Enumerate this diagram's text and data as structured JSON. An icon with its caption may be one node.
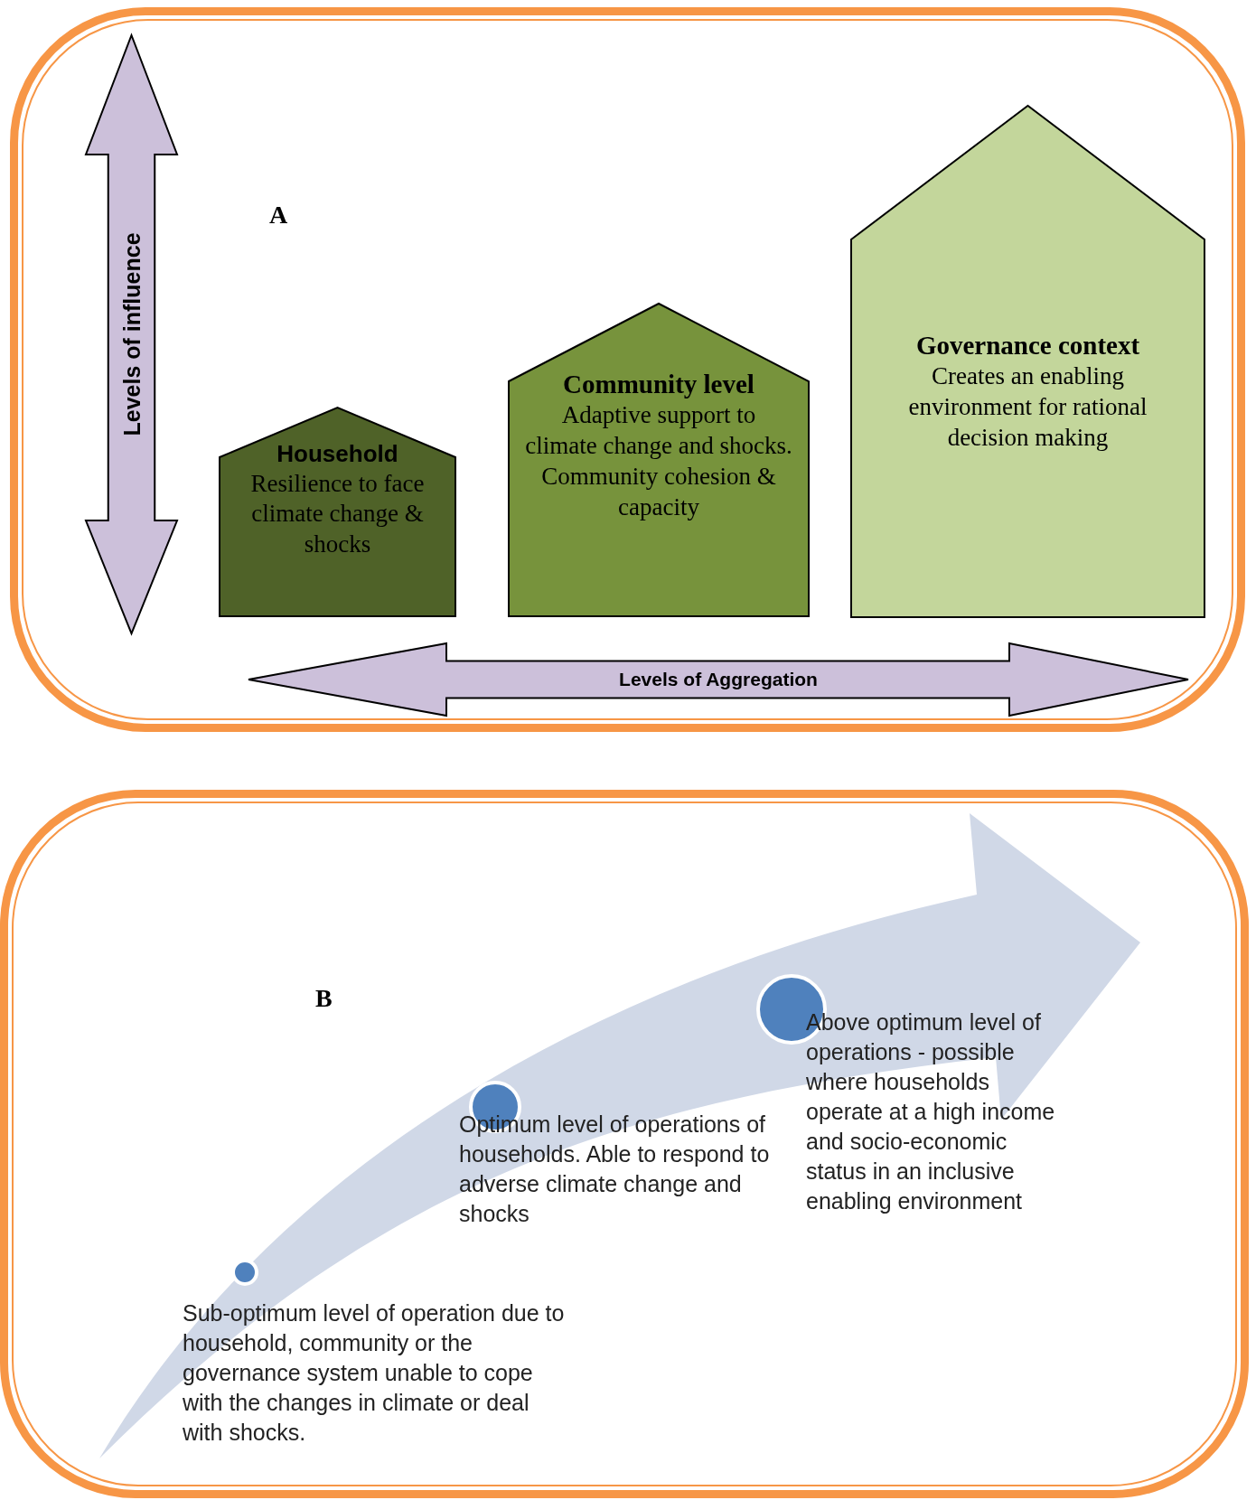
{
  "diagram": {
    "nodes": [
      {
        "text": [
          "A"
        ]
      },
      {
        "text": [
          "Levels of influence"
        ],
        "in": 0
      },
      {
        "text": [
          "Household",
          "Resilience to face climate change & shocks"
        ],
        "in": 0
      },
      {
        "text": [
          "Community level",
          "Adaptive support to climate change and shocks. Community cohesion & capacity"
        ],
        "in": 0
      },
      {
        "text": [
          "Governance context",
          "Creates an enabling environment for rational decision making"
        ],
        "in": 0
      },
      {
        "text": [
          "Levels of Aggregation"
        ],
        "in": 0
      },
      {
        "text": [
          "B"
        ]
      }
    ],
    "labels": [
      "Above optimum level of operations - possible where households operate at a high income and socio-economic status in an inclusive enabling environment",
      "Optimum level of operations of households. Able to respond to adverse climate change and shocks",
      "Sub-optimum level of operation due to household, community or the governance system unable to cope with the changes in climate or deal with shocks."
    ]
  }
}
